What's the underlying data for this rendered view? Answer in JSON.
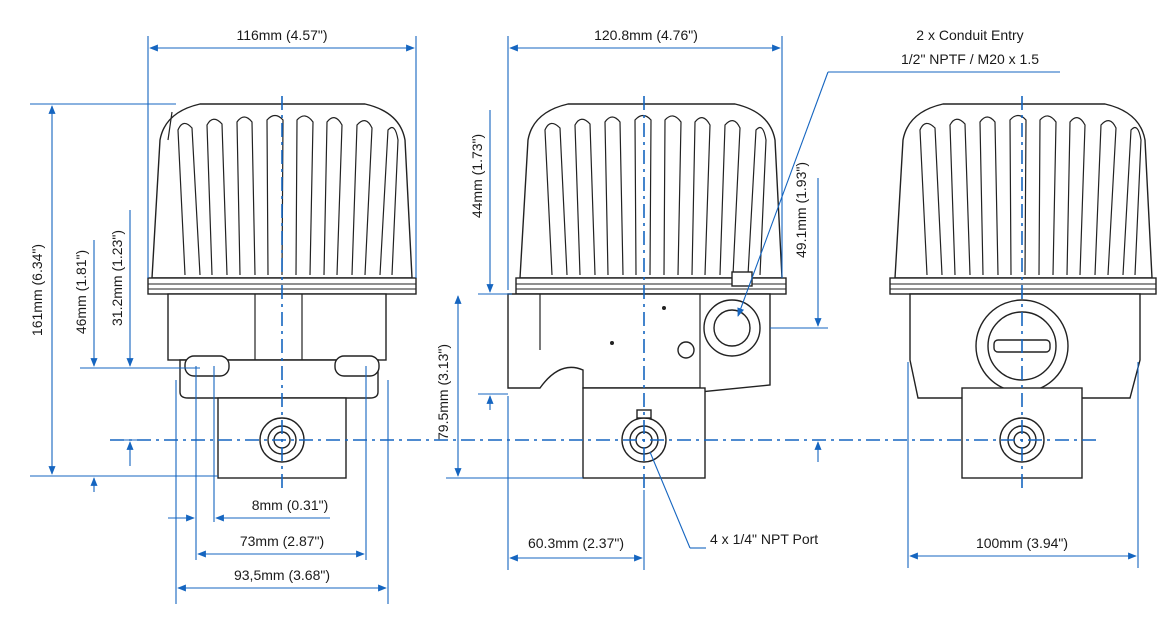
{
  "colors": {
    "dimension_line": "#1565c0",
    "outline": "#222222",
    "text": "#1a1a1a"
  },
  "front_view": {
    "width_top": "116mm (4.57\")",
    "height_total": "161mm (6.34\")",
    "height_46": "46mm (1.81\")",
    "height_31": "31.2mm (1.23\")",
    "slot_width": "8mm (0.31\")",
    "hole_spacing": "73mm (2.87\")",
    "base_width": "93,5mm (3.68\")"
  },
  "side_view": {
    "width_top": "120.8mm (4.76\")",
    "height_44": "44mm (1.73\")",
    "height_79": "79.5mm (3.13\")",
    "height_49": "49.1mm (1.93\")",
    "offset_60": "60.3mm (2.37\")",
    "npt_port_note": "4 x 1/4\" NPT Port",
    "conduit_note_line1": "2 x Conduit Entry",
    "conduit_note_line2": "1/2\" NPTF / M20 x 1.5"
  },
  "rear_view": {
    "width_bottom": "100mm (3.94\")"
  }
}
